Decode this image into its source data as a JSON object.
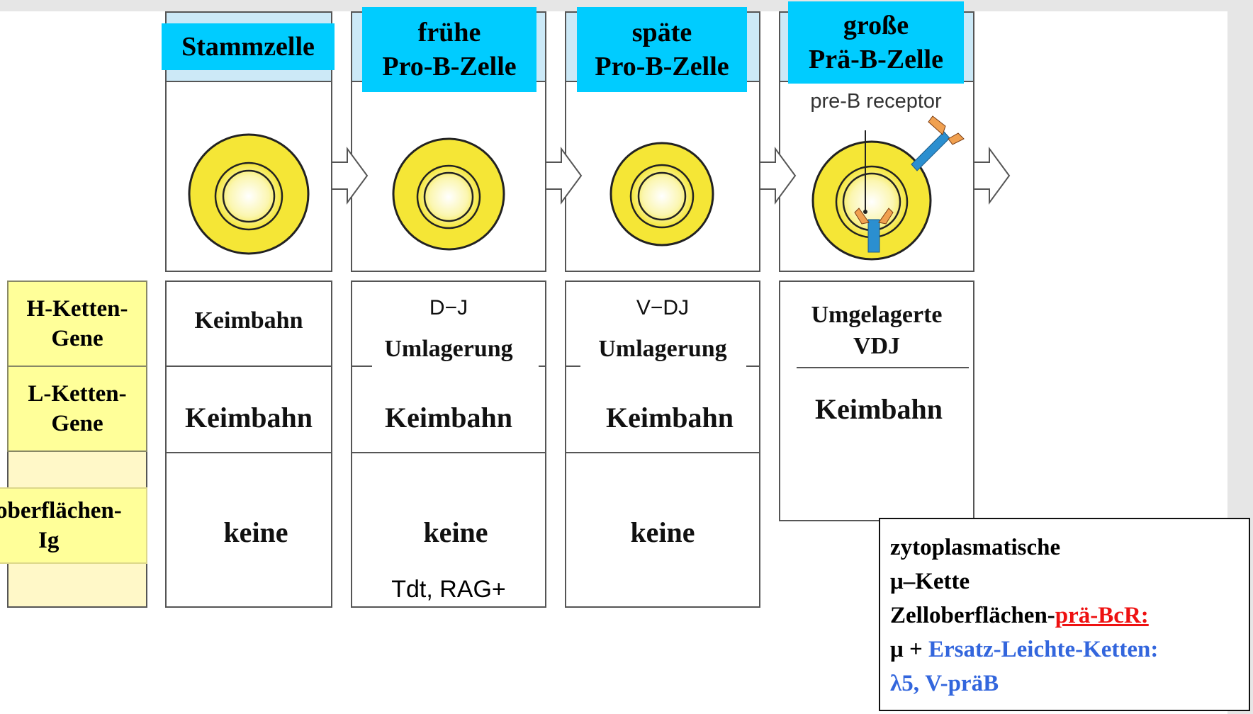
{
  "stages": [
    {
      "name_lines": [
        "Stammzelle"
      ]
    },
    {
      "name_lines": [
        "frühe",
        "Pro-B-Zelle"
      ]
    },
    {
      "name_lines": [
        "späte",
        "Pro-B-Zelle"
      ]
    },
    {
      "name_lines": [
        "große",
        "Prä-B-Zelle"
      ]
    }
  ],
  "receptor_label": "pre-B receptor",
  "row_labels": {
    "h_chain": [
      "H-Ketten-",
      "Gene"
    ],
    "l_chain": [
      "L-Ketten-",
      "Gene"
    ],
    "surface": [
      "oberflächen-",
      "Ig"
    ]
  },
  "h_chain_cells": [
    {
      "top": "",
      "main": "Keimbahn"
    },
    {
      "top": "D−J",
      "main": "Umlagerung"
    },
    {
      "top": "V−DJ",
      "main": "Umlagerung"
    },
    {
      "top": "",
      "main_lines": [
        "Umgelagerte",
        "VDJ"
      ]
    }
  ],
  "l_chain_cells": [
    "Keimbahn",
    "Keimbahn",
    "Keimbahn",
    "Keimbahn"
  ],
  "surface_cells": [
    "keine",
    "keine",
    "keine"
  ],
  "stage2_extra": "Tdt, RAG+",
  "info_box": {
    "line1": "zytoplasmatische",
    "line2": "μ–Kette",
    "line3_prefix": "Zelloberflächen-",
    "line3_highlight": "prä-BcR:",
    "line4_mu": "μ + ",
    "line4_blue": "Ersatz-Leichte-Ketten:",
    "line5": "λ5, V-präB"
  },
  "colors": {
    "cyan_label": "#00ccff",
    "yellow_label": "#ffff99",
    "cell_yellow": "#f5e636",
    "highlight_red": "#ee1111",
    "highlight_blue": "#3366dd",
    "receptor_blue": "#2b8fd0",
    "receptor_orange": "#f0a050"
  }
}
